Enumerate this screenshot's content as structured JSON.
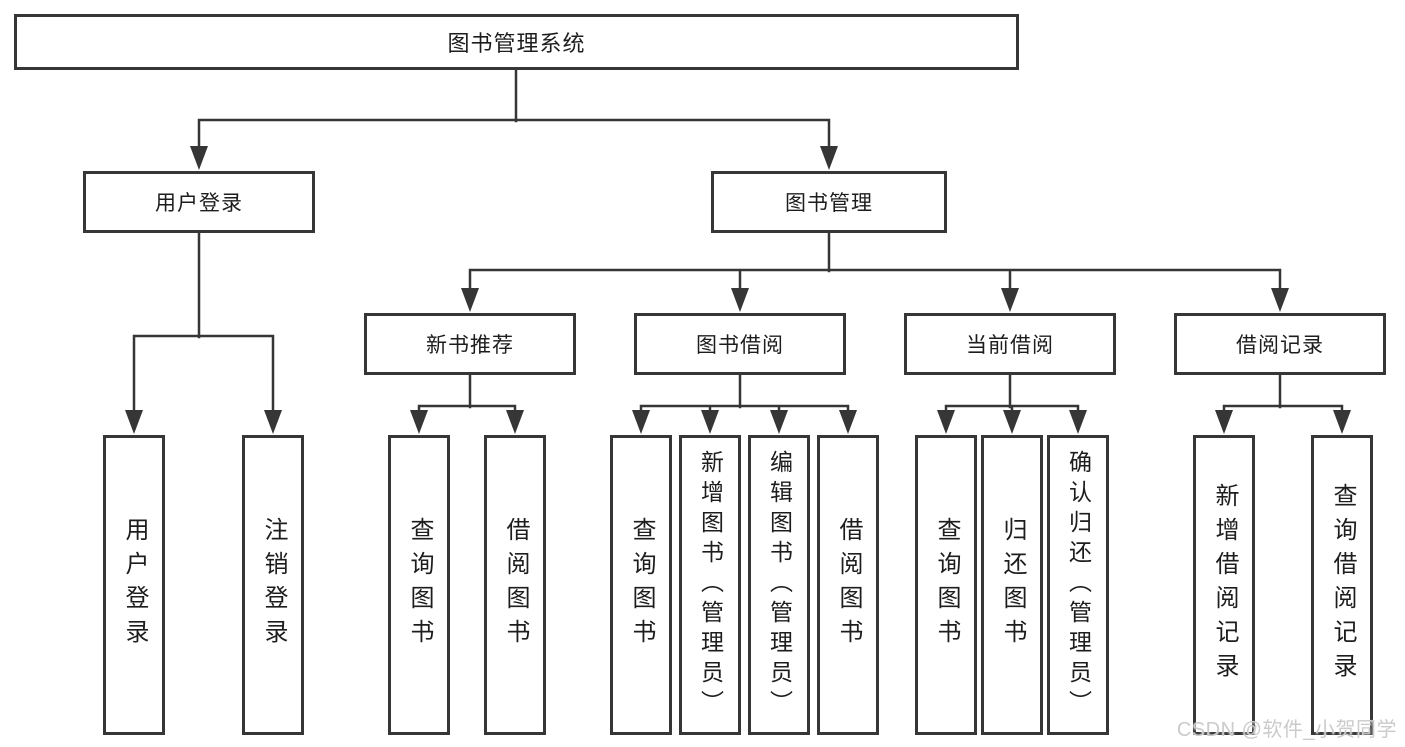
{
  "watermark": "CSDN @软件_小贺同学",
  "colors": {
    "line": "#363636",
    "box_border": "#363636",
    "text": "#1d1d1d",
    "background": "#ffffff",
    "watermark": "#cbcbcb"
  },
  "tree": {
    "root": {
      "label": "图书管理系统"
    },
    "level2": [
      {
        "label": "用户登录",
        "children": [
          {
            "label": "用户登录"
          },
          {
            "label": "注销登录"
          }
        ]
      },
      {
        "label": "图书管理",
        "groups": [
          {
            "label": "新书推荐",
            "children": [
              {
                "label": "查询图书"
              },
              {
                "label": "借阅图书"
              }
            ]
          },
          {
            "label": "图书借阅",
            "children": [
              {
                "label": "查询图书"
              },
              {
                "label": "新增图书（管理员）"
              },
              {
                "label": "编辑图书（管理员）"
              },
              {
                "label": "借阅图书"
              }
            ]
          },
          {
            "label": "当前借阅",
            "children": [
              {
                "label": "查询图书"
              },
              {
                "label": "归还图书"
              },
              {
                "label": "确认归还（管理员）"
              }
            ]
          },
          {
            "label": "借阅记录",
            "children": [
              {
                "label": "新增借阅记录"
              },
              {
                "label": "查询借阅记录"
              }
            ]
          }
        ]
      }
    ]
  }
}
